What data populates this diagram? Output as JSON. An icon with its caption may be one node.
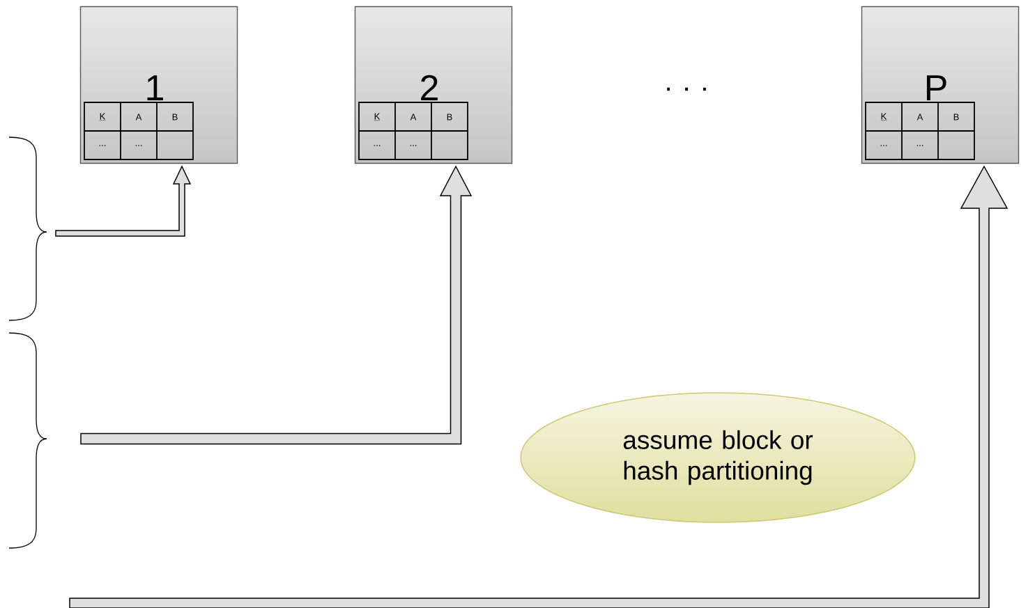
{
  "diagram": {
    "nodes": [
      {
        "text": [
          "1"
        ]
      },
      {
        "text": [
          "2"
        ]
      },
      {
        "text": [
          "P"
        ]
      },
      {
        "text": [
          "K",
          "A",
          "B",
          "...",
          "..."
        ],
        "in": 0
      },
      {
        "text": [
          "K",
          "A",
          "B",
          "...",
          "..."
        ],
        "in": 1
      },
      {
        "text": [
          "K",
          "A",
          "B",
          "...",
          "..."
        ],
        "in": 2
      },
      {
        "text": [
          "assume block or hash partitioning"
        ]
      }
    ],
    "edges": [
      {
        "from": null,
        "to": 0,
        "arrow": "to"
      },
      {
        "from": null,
        "to": 1,
        "arrow": "to"
      },
      {
        "from": null,
        "to": 2,
        "arrow": "to"
      }
    ],
    "labels": [
      ". . ."
    ]
  }
}
